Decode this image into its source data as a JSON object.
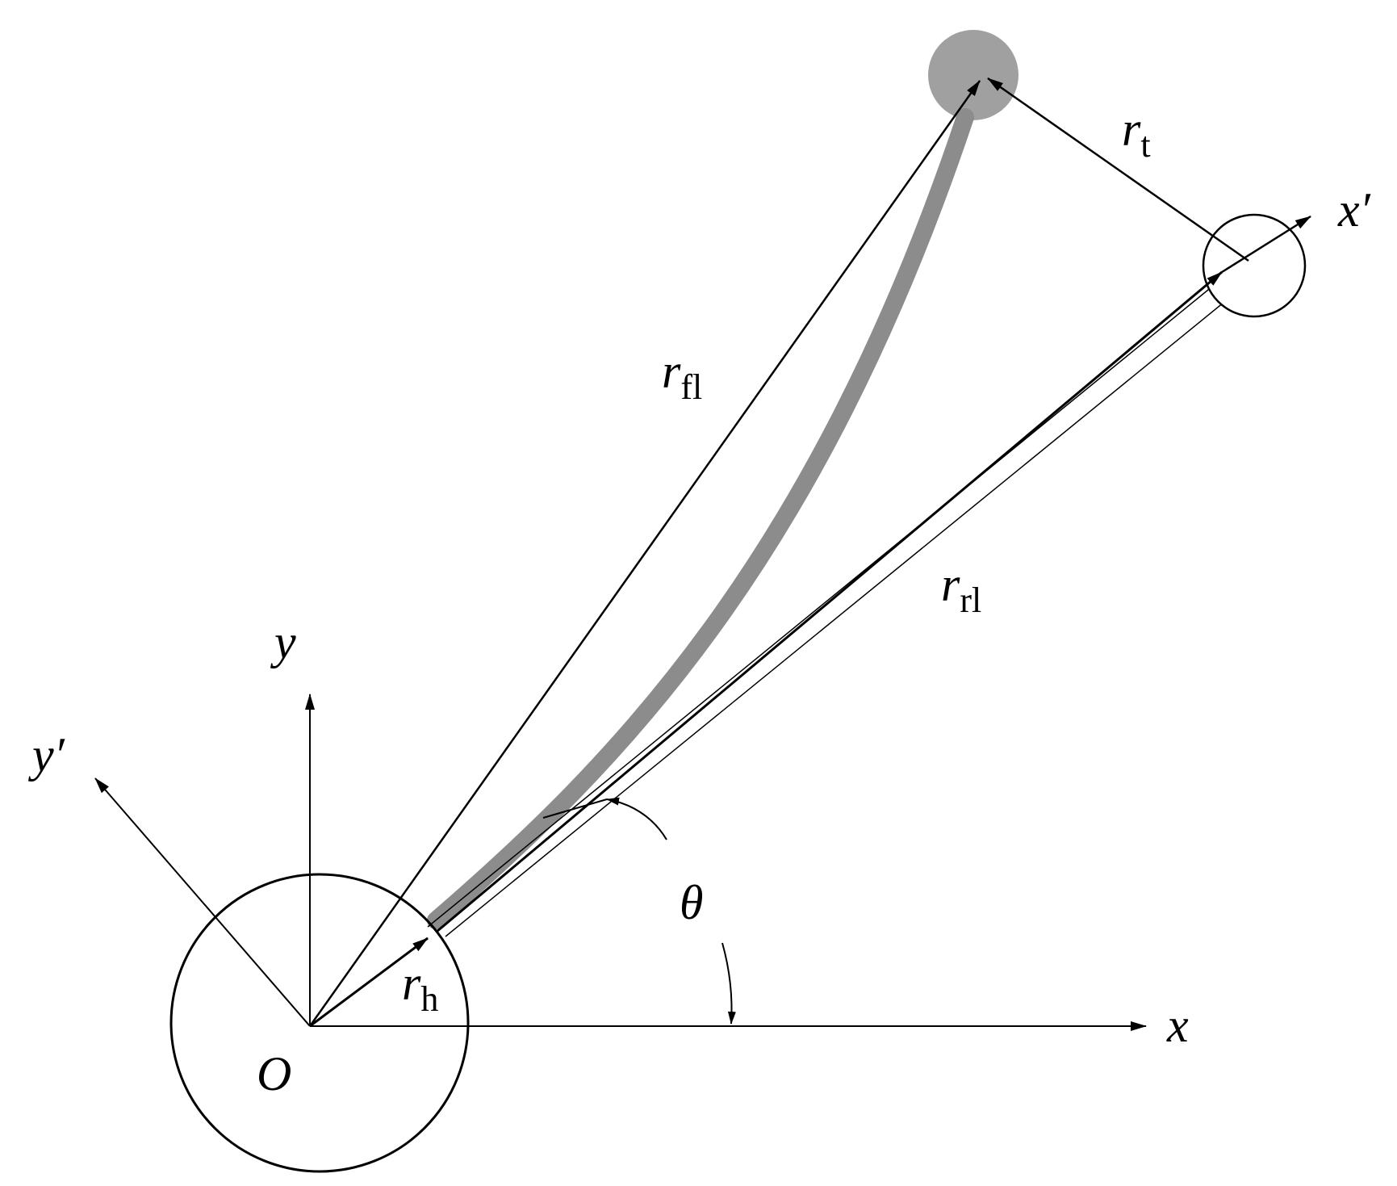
{
  "diagram": {
    "labels": {
      "origin": "O",
      "x_axis": "x",
      "y_axis": "y",
      "x_prime": "x′",
      "y_prime": "y′",
      "angle": "θ",
      "r_h": {
        "base": "r",
        "sub": "h"
      },
      "r_fl": {
        "base": "r",
        "sub": "fl"
      },
      "r_rl": {
        "base": "r",
        "sub": "rl"
      },
      "r_t": {
        "base": "r",
        "sub": "t"
      }
    },
    "colors": {
      "ink": "#000000",
      "flexible_link": "#8c8c8c",
      "tip_mass": "#a0a0a0",
      "background": "#ffffff"
    },
    "elements": {
      "hub": "circle",
      "flexible_link": "curved-thick-band",
      "rigid_link": "double-line",
      "tip_mass": "filled-circle",
      "rigid_tip": "hollow-circle"
    }
  }
}
